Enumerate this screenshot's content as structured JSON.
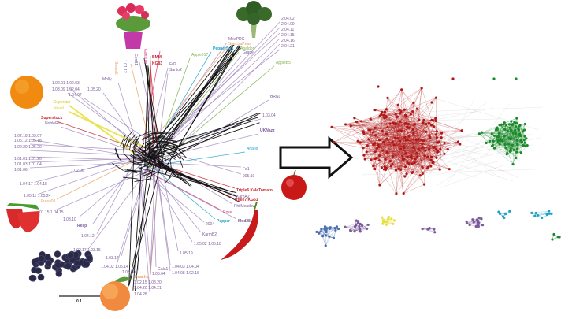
{
  "colors": {
    "purple": "#7a5a9a",
    "red": "#c8202a",
    "orange": "#e8a060",
    "yellow": "#e6e040",
    "green": "#7ab34a",
    "cyan": "#1fa0c8",
    "pink": "#d04080",
    "network_red": "#b01818",
    "network_green": "#1a8a2a",
    "network_blue": "#4a70b0"
  },
  "tree": {
    "scale_label": "0.1",
    "labels": [
      "MeaPDG",
      "SpectraPeas",
      "Apaldon",
      "PepperSub",
      "Grape",
      "Apple017",
      "2.04.02",
      "2.04.09",
      "2.04.11",
      "2.04.15",
      "2.04.16",
      "2.04.21",
      "AppleB5",
      "BMM",
      "KG83",
      "Fd2",
      "Santo2",
      "Gansum",
      "Gen81",
      "1.01.12",
      "Soasalt",
      "Molly",
      "1.02.01  1.02.03",
      "1.03.09  1.02.04",
      "1.04.07",
      "1.05.20",
      "Superstar",
      "Navel",
      "Superstock",
      "NobleRot",
      "1.02.18  1.03.07",
      "1.05.12  1.05.18",
      "1.02.20  1.05.20",
      "1.01.01  1.01.20",
      "1.01.03  1.01.04",
      "1.01.06",
      "1.02.06",
      "1.04.17  1.04.18",
      "1.05.11  1.05.24",
      "Fresa03",
      "01.15  1.04.15",
      "1.03.10",
      "Resp",
      "1.04.12",
      "1.02.17  1.03.15",
      "1.03.17",
      "1.04.02  1.05.14",
      "1.03.20",
      "Peachy",
      "1.02.15  1.03.20",
      "1.04.20  1.04.21",
      "1.04.28",
      "1.05.04",
      "Gala1",
      "1.04.03  1.04.04",
      "1.04.08  1.02.16",
      "1.05.19",
      "1.05.02  1.05.18",
      "KarmB2",
      "2004",
      "Pepper",
      "Mod28",
      "Rose",
      "Triple7  KG51",
      "PhilMeadow",
      "Triple6  KaleTomato",
      "KarnA2",
      "Fd1",
      "905.10",
      "Anario",
      "UKNazz",
      "1.03.04",
      "BRN1"
    ]
  },
  "icons": [
    "geranium-icon",
    "broccoli-icon",
    "orange-icon",
    "strawberry-icon",
    "grapes-icon",
    "peach-icon",
    "tomato-icon",
    "chili-pepper-icon",
    "arrow-right-icon"
  ]
}
